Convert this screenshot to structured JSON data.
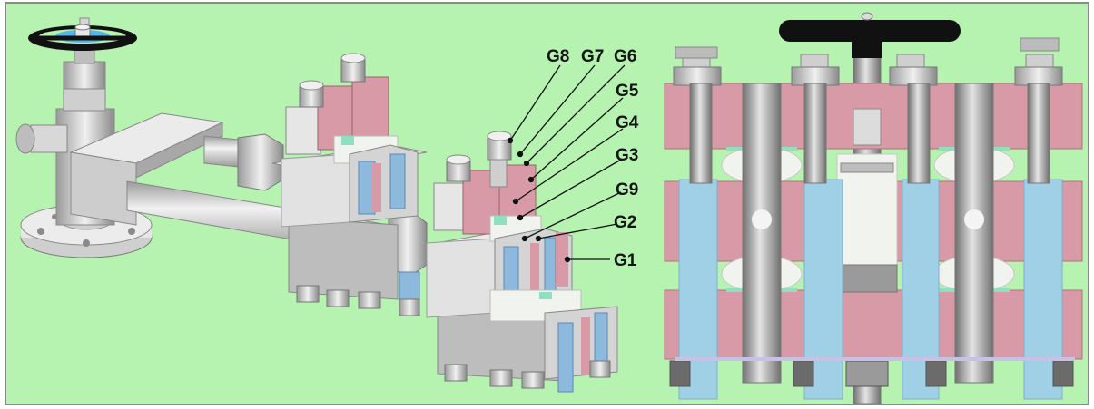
{
  "colors": {
    "background": "#b6f2b0",
    "border": "#8a8a8a",
    "steel_light": "#e2e2e2",
    "steel_mid": "#bdbdbd",
    "steel_dark": "#8c8c8c",
    "flange_pink": "#d79aa6",
    "flange_pink_dark": "#b4707e",
    "gasket_blue": "#9fd0e6",
    "gasket_blue_dark": "#5b87b8",
    "bolt_gray": "#6b6b6b",
    "handwheel": "#111111",
    "handwheel_hub": "#58b4e6",
    "insert_white": "#f1f4ee",
    "insert_green": "#8fe0c0"
  },
  "icons": {
    "left_drawing": "valve-flange-assembly-3d",
    "right_drawing": "flange-stack-cross-section"
  },
  "labels": {
    "g8": "G8",
    "g7": "G7",
    "g6": "G6",
    "g5": "G5",
    "g4": "G4",
    "g3": "G3",
    "g9": "G9",
    "g2": "G2",
    "g1": "G1"
  }
}
